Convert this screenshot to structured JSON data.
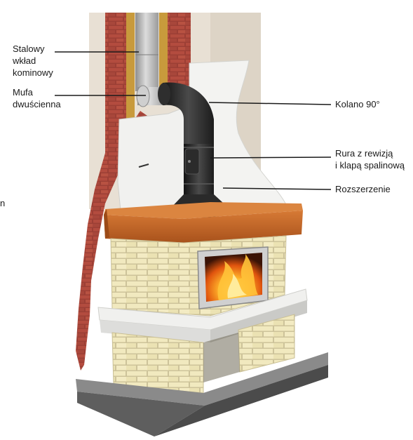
{
  "callouts": {
    "stalowy_wklad": "Stalowy\nwkład\nkominowy",
    "mufa": "Mufa\ndwuścienna",
    "kolano": "Kolano 90°",
    "rura": "Rura z rewizją\ni klapą spalinową",
    "rozszerzenie": "Rozszerzenie",
    "cut_fragment": "n"
  },
  "colors": {
    "callout_line": "#1a1a1a",
    "brick": "#a3443a",
    "plaster": "#e6dfd3",
    "insulation": "#c89a3c",
    "flue_pipe": "#b9b9b9",
    "stove_pipe": "#2a2a2a",
    "concrete_hood": "#eeeeee",
    "wooden_beam": "#c8672a",
    "yellow_brick": "#ece3b4",
    "base_slab": "#5f5f5f",
    "fire": "#f28a1e"
  }
}
